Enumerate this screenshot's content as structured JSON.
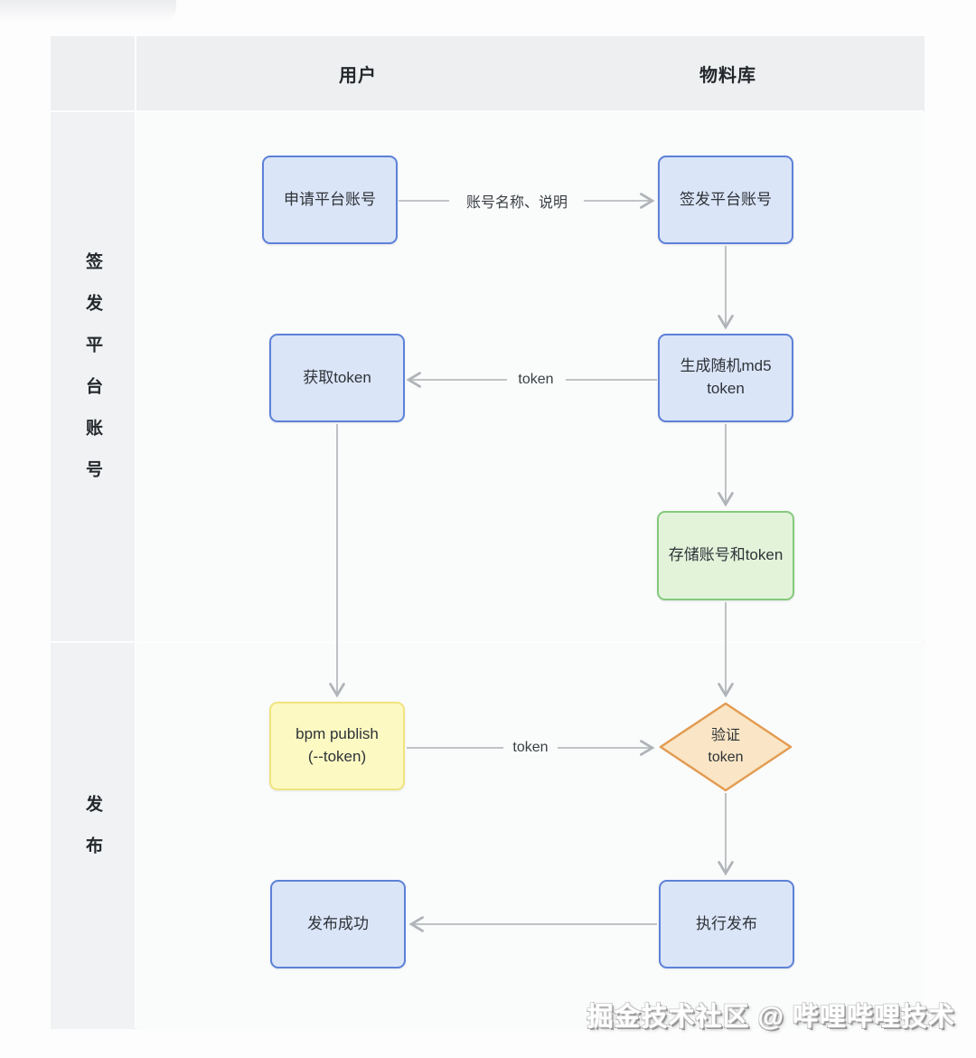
{
  "swimlane": {
    "columns": [
      {
        "label": "用户"
      },
      {
        "label": "物料库"
      }
    ],
    "rows": [
      {
        "label": "签发平台账号"
      },
      {
        "label": "发布"
      }
    ]
  },
  "nodes": {
    "apply_account": {
      "label": "申请平台账号",
      "fill": "#dbe5f8",
      "border": "#5c81d8"
    },
    "issue_account": {
      "label": "签发平台账号",
      "fill": "#dbe5f8",
      "border": "#5c81d8"
    },
    "get_token": {
      "label": "获取token",
      "fill": "#dbe5f8",
      "border": "#5c81d8"
    },
    "gen_md5_token": {
      "line1": "生成随机md5",
      "line2": "token",
      "fill": "#dbe5f8",
      "border": "#5c81d8"
    },
    "store_token": {
      "label": "存储账号和token",
      "fill": "#e2f3da",
      "border": "#85c97c"
    },
    "bpm_publish": {
      "line1": "bpm publish",
      "line2": "(--token)",
      "fill": "#fdf9c2",
      "border": "#f0e47e"
    },
    "verify_token": {
      "line1": "验证",
      "line2": "token",
      "fill": "#fae6c6",
      "border": "#e29c52"
    },
    "exec_publish": {
      "label": "执行发布",
      "fill": "#dbe5f8",
      "border": "#5c81d8"
    },
    "publish_success": {
      "label": "发布成功",
      "fill": "#dbe5f8",
      "border": "#5c81d8"
    }
  },
  "edges": {
    "account_info_label": "账号名称、说明",
    "token_return_label": "token",
    "token_submit_label": "token"
  },
  "watermark": "掘金技术社区 @ 哔哩哔哩技术",
  "colors": {
    "header_bg": "#edeff1",
    "sidebar_bg": "#f0f2f3",
    "lane_bg": "#fafbfb",
    "arrow": "#b4b8bb",
    "text": "#2e3338"
  }
}
